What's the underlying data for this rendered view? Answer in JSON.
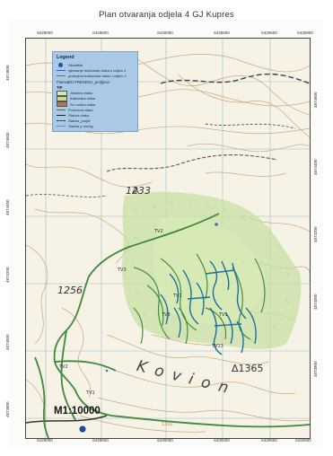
{
  "title": "Plan otvaranja odjela 4 GJ Kupres",
  "coords": {
    "top": [
      "6429000",
      "6429600",
      "6430000",
      "6430600",
      "6430600",
      "6430900"
    ],
    "bottom": [
      "6429000",
      "6429600",
      "6430000",
      "6430600",
      "6430600",
      "6430900"
    ],
    "left": [
      "4874800",
      "4874600",
      "4874400",
      "4874200",
      "4874000",
      "4873800"
    ],
    "right": [
      "4874600",
      "4874400",
      "4874200",
      "4874000",
      "4873800"
    ]
  },
  "legend": {
    "title": "Legend",
    "items": [
      {
        "label": "Skladište",
        "kind": "dot",
        "color": "#1e4fa8"
      },
      {
        "label": "sjeckanje traktorska vlaka u odjelu 4",
        "kind": "line",
        "color": "#2a5fc0"
      },
      {
        "label": "postojeća traktorska vlaka u odjelu 4",
        "kind": "line",
        "color": "#3d8a3a"
      }
    ],
    "group_title": "PutevaBIJ PRESEKO_protjjeva",
    "group_sub": "TIP",
    "group_items": [
      {
        "label": "Jedarna vlaka",
        "kind": "box",
        "color": "#d9e8a8"
      },
      {
        "label": "traktorska vlaka",
        "kind": "box",
        "color": "#c9d98c"
      },
      {
        "label": "Sn vodica vlaka",
        "kind": "box",
        "color": "#b07850"
      },
      {
        "label": "Pomoćna vlaka",
        "kind": "line",
        "color": "#6a5a3a"
      },
      {
        "label": "Stavna vlaka",
        "kind": "line",
        "color": "#222222"
      },
      {
        "label": "Stavka_projet",
        "kind": "dash",
        "color": "#333333"
      },
      {
        "label": "Stavka y vivinig",
        "kind": "dash",
        "color": "#7777cc"
      }
    ]
  },
  "labels": {
    "spot_height_1": "1233",
    "spot_height_2": "1256",
    "spot_height_3": "Δ1365",
    "place_name": "K o v i o n",
    "tv_labels": [
      "TV2",
      "TV3",
      "TV1",
      "TV3",
      "TV13",
      "TV2",
      "TV1",
      "TV1"
    ],
    "contour_1300": "1300"
  },
  "scale": "M1:10000",
  "colors": {
    "forest_green": "#3d8a3a",
    "tractor_blue": "#1f6fa0",
    "contour_brown": "#c79a6a",
    "grid_blue": "#9fb9c9"
  }
}
